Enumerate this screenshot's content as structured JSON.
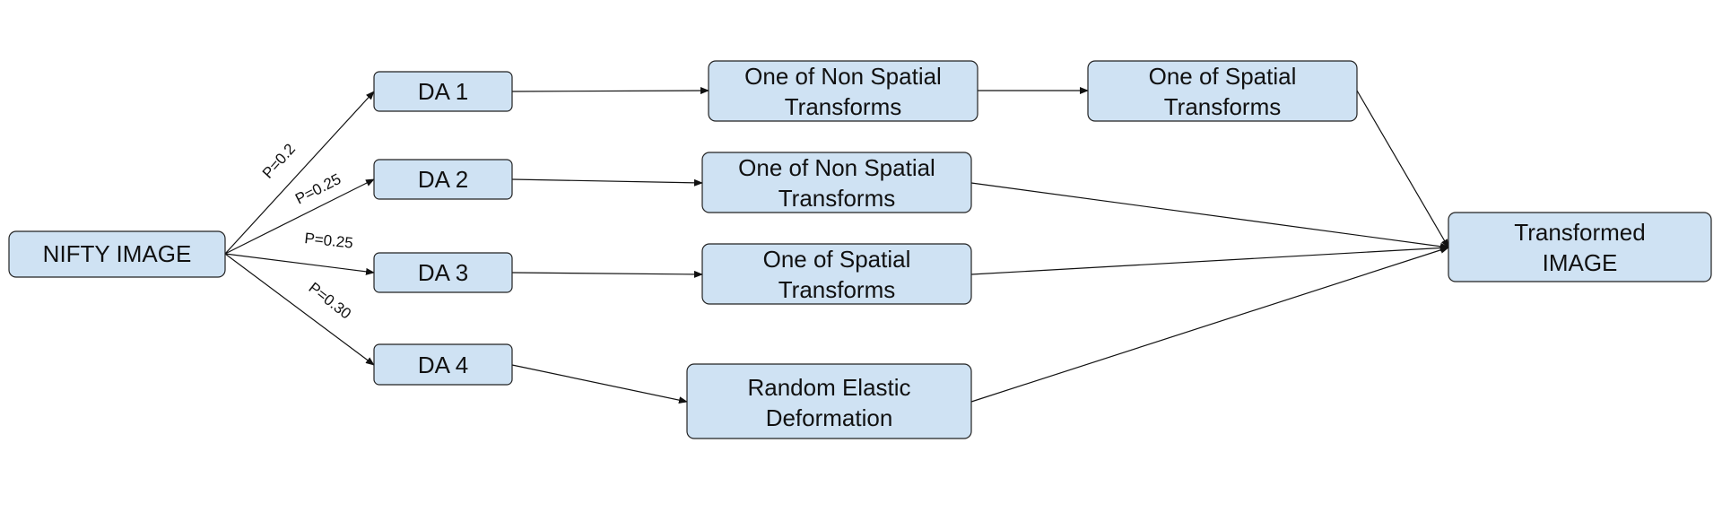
{
  "nodes": {
    "nifty": {
      "lines": [
        "NIFTY IMAGE"
      ]
    },
    "da1": {
      "lines": [
        "DA 1"
      ]
    },
    "da2": {
      "lines": [
        "DA 2"
      ]
    },
    "da3": {
      "lines": [
        "DA 3"
      ]
    },
    "da4": {
      "lines": [
        "DA 4"
      ]
    },
    "nonspatial1": {
      "lines": [
        "One of Non Spatial",
        "Transforms"
      ]
    },
    "spatial1": {
      "lines": [
        "One of Spatial",
        "Transforms"
      ]
    },
    "nonspatial2": {
      "lines": [
        "One of Non Spatial",
        "Transforms"
      ]
    },
    "spatial3": {
      "lines": [
        "One of Spatial",
        "Transforms"
      ]
    },
    "elastic": {
      "lines": [
        "Random Elastic",
        "Deformation"
      ]
    },
    "output": {
      "lines": [
        "Transformed",
        "IMAGE"
      ]
    }
  },
  "edges": {
    "p1": {
      "label": "P=0.2"
    },
    "p2": {
      "label": "P=0.25"
    },
    "p3": {
      "label": "P=0.25"
    },
    "p4": {
      "label": "P=0.30"
    }
  },
  "colors": {
    "node_fill": "#cfe2f3",
    "node_border": "#222222",
    "line": "#111111"
  }
}
